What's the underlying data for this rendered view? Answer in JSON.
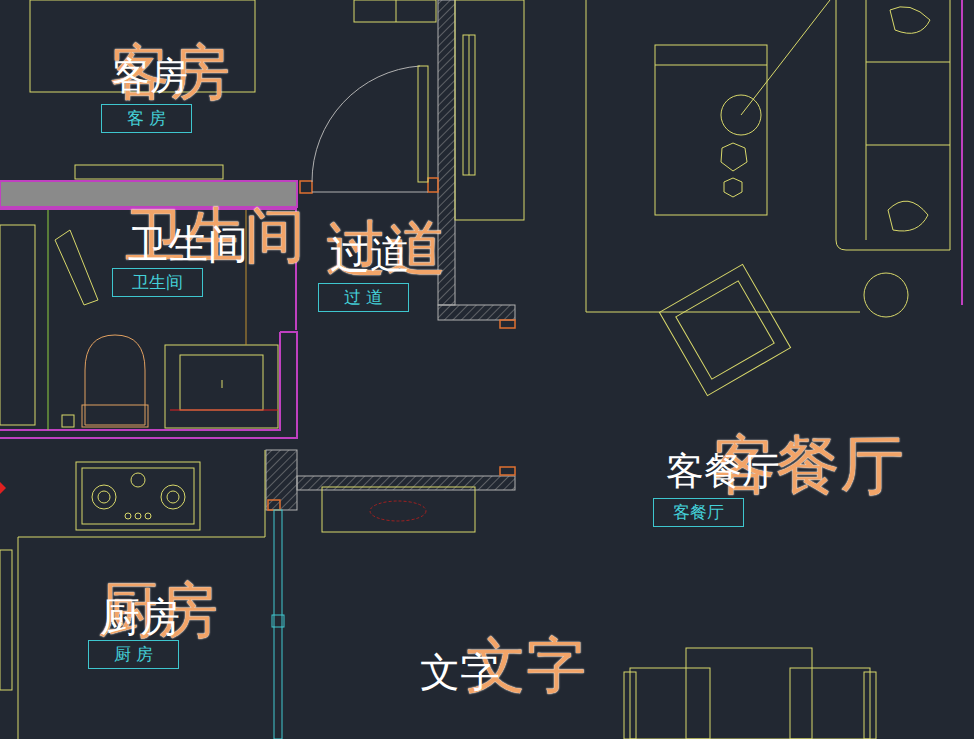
{
  "diagram": {
    "nodes": [
      {
        "text": [
          "客 房"
        ]
      },
      {
        "text": [
          "卫生间"
        ]
      },
      {
        "text": [
          "过 道"
        ]
      },
      {
        "text": [
          "客餐厅"
        ]
      },
      {
        "text": [
          "厨 房"
        ]
      }
    ],
    "labels": [
      "客房",
      "客房",
      "卫生间",
      "卫生间",
      "过道",
      "过道",
      "客餐厅",
      "客餐厅",
      "厨房",
      "厨房",
      "文字",
      "文字"
    ]
  }
}
